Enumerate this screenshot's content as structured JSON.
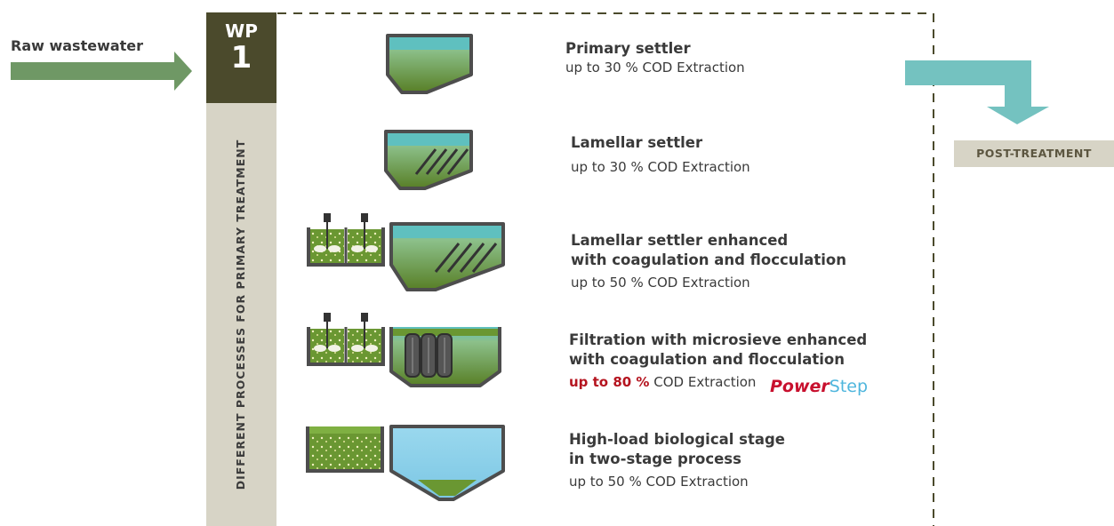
{
  "input_label": "Raw wastewater",
  "work_package": {
    "label": "WP",
    "number": "1"
  },
  "side_label": "DIFFERENT PROCESSES FOR PRIMARY TREATMENT",
  "output_label": "POST-TREATMENT",
  "processes": [
    {
      "title_lines": [
        "Primary settler"
      ],
      "extraction": "up to 30 % COD Extraction"
    },
    {
      "title_lines": [
        "Lamellar settler"
      ],
      "extraction": "up to 30 % COD Extraction"
    },
    {
      "title_lines": [
        "Lamellar settler enhanced",
        "with coagulation and flocculation"
      ],
      "extraction": "up to 50 % COD Extraction"
    },
    {
      "title_lines": [
        "Filtration with microsieve enhanced",
        "with coagulation and flocculation"
      ],
      "extraction_highlight": "up to 80 %",
      "extraction": "COD Extraction"
    },
    {
      "title_lines": [
        "High-load biological stage",
        "in two-stage process"
      ],
      "extraction": "up to 50 % COD Extraction"
    }
  ],
  "brand": {
    "part1": "Power",
    "part2": "Step"
  },
  "colors": {
    "arrow_green": "#6f9865",
    "arrow_teal": "#74c2c0",
    "wp_dark": "#4b4a2c",
    "side_beige": "#d7d4c6",
    "sludge_green": "#6a9732",
    "water_teal": "#5fc0bf",
    "water_blue": "#9ad8ee",
    "highlight_red": "#b5141f"
  }
}
